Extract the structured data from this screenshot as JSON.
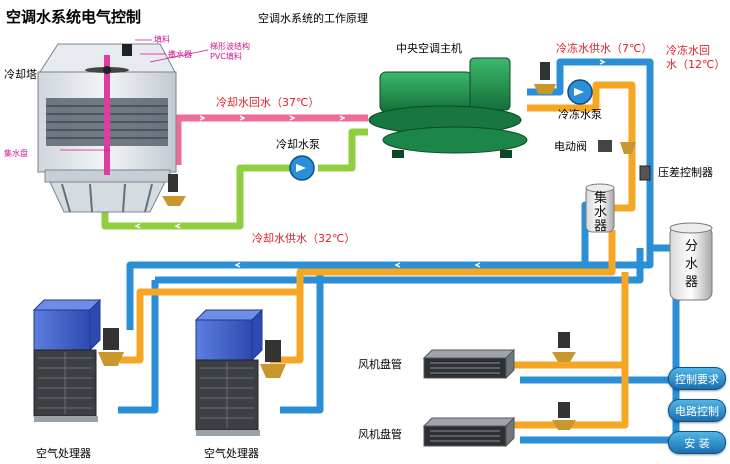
{
  "title": "空调水系统电气控制",
  "subtitle": "空调水系统的工作原理",
  "labels": {
    "cooling_tower": "冷却塔",
    "tower_note_1": "填料",
    "tower_note_2": "撒水器",
    "tower_note_3": "梯形波结构",
    "tower_note_4": "PVC填料",
    "tower_note_5": "集水盘",
    "main_unit": "中央空调主机",
    "cooling_return": "冷却水回水（37℃）",
    "cooling_pump": "冷却水泵",
    "cooling_supply": "冷却水供水（32℃）",
    "chilled_supply": "冷冻水供水（7℃）",
    "chilled_return_1": "冷冻水回",
    "chilled_return_2": "水（12℃）",
    "chilled_pump": "冷冻水泵",
    "electric_valve": "电动阀",
    "diff_controller": "压差控制器",
    "collector_1": "集",
    "collector_2": "水",
    "collector_3": "器",
    "distributor_1": "分",
    "distributor_2": "水",
    "distributor_3": "器",
    "fcu_1": "风机盘管",
    "fcu_2": "风机盘管",
    "ahu_1": "空气处理器",
    "ahu_2": "空气处理器"
  },
  "buttons": {
    "control_req": "控制要求",
    "circuit": "电路控制",
    "install": "安  装"
  },
  "colors": {
    "pipe_blue": "#2a8fd6",
    "pipe_orange": "#f5a623",
    "pipe_pink": "#f06a9a",
    "pipe_green": "#8fcf3f",
    "machine_green": "#1f8a4c",
    "ahu_blue": "#3a5fc8",
    "label_red": "#e0202a"
  }
}
